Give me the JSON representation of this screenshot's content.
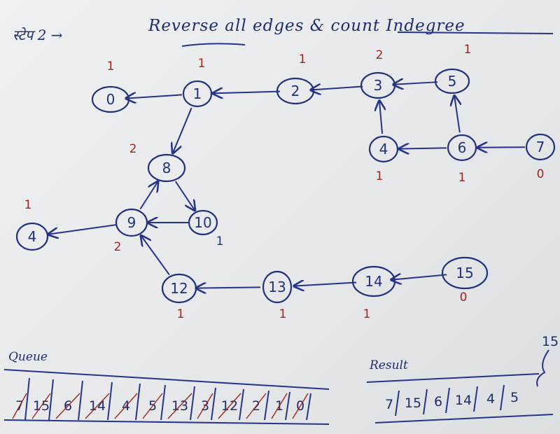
{
  "header": {
    "step_label": "स्टेप 2 →",
    "title": "Reverse all edges & count Indegree"
  },
  "colors": {
    "ink": "#23317a",
    "red_ink": "#9a2820",
    "paper": "#e9ebec"
  },
  "graph": {
    "nodes": [
      {
        "id": "0",
        "label": "0",
        "indegree": "1",
        "deg_color": "red"
      },
      {
        "id": "1",
        "label": "1",
        "indegree": "1",
        "deg_color": "red"
      },
      {
        "id": "2",
        "label": "2",
        "indegree": "1",
        "deg_color": "red"
      },
      {
        "id": "3",
        "label": "3",
        "indegree": "2",
        "deg_color": "red"
      },
      {
        "id": "5",
        "label": "5",
        "indegree": "1",
        "deg_color": "red"
      },
      {
        "id": "4",
        "label": "4",
        "indegree": "1",
        "deg_color": "red"
      },
      {
        "id": "6",
        "label": "6",
        "indegree": "1",
        "deg_color": "red"
      },
      {
        "id": "7",
        "label": "7",
        "indegree": "0",
        "deg_color": "red"
      },
      {
        "id": "8",
        "label": "8",
        "indegree": "2",
        "deg_color": "red"
      },
      {
        "id": "9",
        "label": "9",
        "indegree": "2",
        "deg_color": "red"
      },
      {
        "id": "10",
        "label": "10",
        "indegree": "1",
        "deg_color": "blue"
      },
      {
        "id": "11",
        "label": "4",
        "indegree": "1",
        "deg_color": "red"
      },
      {
        "id": "12",
        "label": "12",
        "indegree": "1",
        "deg_color": "red"
      },
      {
        "id": "13",
        "label": "13",
        "indegree": "1",
        "deg_color": "red"
      },
      {
        "id": "14",
        "label": "14",
        "indegree": "1",
        "deg_color": "red"
      },
      {
        "id": "15",
        "label": "15",
        "indegree": "0",
        "deg_color": "red"
      }
    ],
    "edges": [
      {
        "from": "1",
        "to": "0"
      },
      {
        "from": "2",
        "to": "1"
      },
      {
        "from": "3",
        "to": "2"
      },
      {
        "from": "5",
        "to": "3"
      },
      {
        "from": "4",
        "to": "3"
      },
      {
        "from": "6",
        "to": "5"
      },
      {
        "from": "6",
        "to": "4"
      },
      {
        "from": "7",
        "to": "6"
      },
      {
        "from": "1",
        "to": "8"
      },
      {
        "from": "8",
        "to": "10"
      },
      {
        "from": "10",
        "to": "9"
      },
      {
        "from": "9",
        "to": "8"
      },
      {
        "from": "9",
        "to": "11"
      },
      {
        "from": "12",
        "to": "9"
      },
      {
        "from": "13",
        "to": "12"
      },
      {
        "from": "14",
        "to": "13"
      },
      {
        "from": "15",
        "to": "14"
      }
    ]
  },
  "queue": {
    "label": "Queue",
    "items": [
      "7",
      "15",
      "6",
      "14",
      "4",
      "5",
      "13",
      "3",
      "12",
      "2",
      "1",
      "0"
    ]
  },
  "result": {
    "label": "Result",
    "items": [
      "7",
      "15",
      "6",
      "14",
      "4",
      "5"
    ],
    "trailing": "15"
  }
}
